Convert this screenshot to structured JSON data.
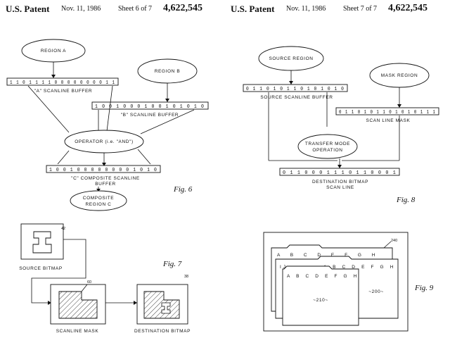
{
  "left": {
    "header": {
      "us_patent": "U.S. Patent",
      "date": "Nov. 11, 1986",
      "sheet": "Sheet 6 of 7",
      "number": "4,622,545"
    },
    "fig6": {
      "region_a": "REGION A",
      "region_b": "REGION B",
      "a_bits": "1 1 0 1 1 1 1 0 0 0 0 0 0 0 0 1 1",
      "a_label": "\"A\" SCANLINE BUFFER",
      "b_bits": "1 0 0 1 0 0 0 1 0 0 1 0 1 0 1 0",
      "b_label": "\"B\" SCANLINE BUFFER",
      "operator": "OPERATOR (i.e. \"AND\")",
      "c_bits": "1 0 0 1 0 0 0 0 0 0 0 0 1 0 1 0",
      "c_label_1": "\"C\" COMPOSITE SCANLINE",
      "c_label_2": "BUFFER",
      "composite_1": "COMPOSITE",
      "composite_2": "REGION C",
      "fig_label": "Fig. 6"
    },
    "fig7": {
      "source_label": "SOURCE BITMAP",
      "source_ref": "42",
      "mask_label": "SCANLINE MASK",
      "mask_ref": "60",
      "dest_label": "DESTINATION BITMAP",
      "dest_ref": "38",
      "fig_label": "Fig. 7"
    }
  },
  "right": {
    "header": {
      "us_patent": "U.S. Patent",
      "date": "Nov. 11, 1986",
      "sheet": "Sheet 7 of 7",
      "number": "4,622,545"
    },
    "fig8": {
      "source_region": "SOURCE REGION",
      "mask_region": "MASK REGION",
      "source_bits": "0 1 1 0 1 0 1 1 0 1 0 1 0 1 0",
      "source_label": "SOURCE SCANLINE BUFFER",
      "mask_bits": "0 1 1 0 1 0 1 1 0 1 0 1 0 1 1 1",
      "mask_label": "SCAN LINE MASK",
      "transfer_1": "TRANSFER MODE",
      "transfer_2": "OPERATION",
      "dest_bits": "0 1 1 0 0 0 1 1 1 0 1 1 0 0 0 1",
      "dest_label_1": "DESTINATION BITMAP",
      "dest_label_2": "SCAN LINE",
      "fig_label": "Fig. 8"
    },
    "fig9": {
      "ref_240": "240",
      "back_letters": "A B C D E F G H",
      "mid_prefix": "I J",
      "mid_letters": "A B C D E F G H",
      "front_letters": "A B C D E F G H",
      "ref_200": "~200~",
      "ref_210": "~210~",
      "fig_label": "Fig. 9"
    }
  }
}
